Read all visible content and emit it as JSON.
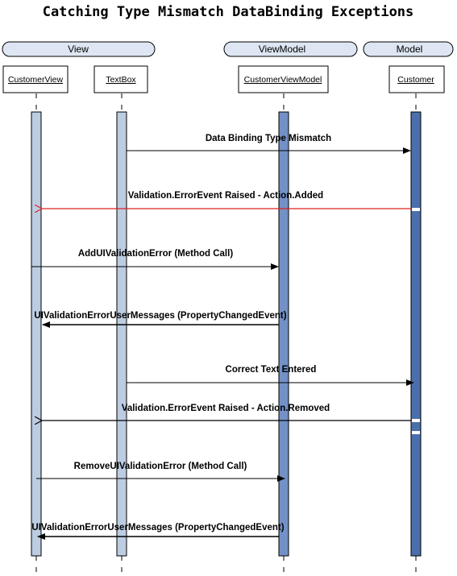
{
  "title": "Catching Type Mismatch DataBinding Exceptions",
  "groups": [
    {
      "id": "view",
      "label": "View"
    },
    {
      "id": "viewmodel",
      "label": "ViewModel"
    },
    {
      "id": "model",
      "label": "Model"
    }
  ],
  "participants": [
    {
      "id": "customer-view",
      "label": "CustomerView",
      "group": "view"
    },
    {
      "id": "textbox",
      "label": "TextBox",
      "group": "view"
    },
    {
      "id": "customer-view-model",
      "label": "CustomerViewModel",
      "group": "viewmodel"
    },
    {
      "id": "customer",
      "label": "Customer",
      "group": "model"
    }
  ],
  "colors": {
    "pill_fill": "#dde6f2",
    "light_activation": "#bccde2",
    "medium_activation": "#7391c6",
    "dark_activation": "#4a6fac",
    "message_line": "#000000",
    "error_message_line": "#e02020"
  },
  "messages": [
    {
      "label": "Data Binding Type Mismatch",
      "from": "textbox",
      "to": "customer",
      "style": "filled-arrow",
      "color": "message_line"
    },
    {
      "label": "Validation.ErrorEvent Raised - Action.Added",
      "from": "customer",
      "to": "customer-view",
      "style": "open-arrow",
      "color": "error_message_line"
    },
    {
      "label": "AddUIValidationError (Method Call)",
      "from": "customer-view",
      "to": "customer-view-model",
      "style": "filled-arrow",
      "color": "message_line"
    },
    {
      "label": "UIValidationErrorUserMessages (PropertyChangedEvent)",
      "from": "customer-view-model",
      "to": "customer-view",
      "style": "filled-arrow",
      "color": "message_line"
    },
    {
      "label": "Correct Text Entered",
      "from": "textbox",
      "to": "customer",
      "style": "filled-arrow",
      "color": "message_line"
    },
    {
      "label": "Validation.ErrorEvent Raised - Action.Removed",
      "from": "customer",
      "to": "customer-view",
      "style": "open-arrow",
      "color": "message_line"
    },
    {
      "label": "RemoveUIValidationError (Method Call)",
      "from": "customer-view",
      "to": "customer-view-model",
      "style": "filled-arrow",
      "color": "message_line"
    },
    {
      "label": "UIValidationErrorUserMessages (PropertyChangedEvent)",
      "from": "customer-view-model",
      "to": "customer-view",
      "style": "filled-arrow",
      "color": "message_line"
    }
  ]
}
